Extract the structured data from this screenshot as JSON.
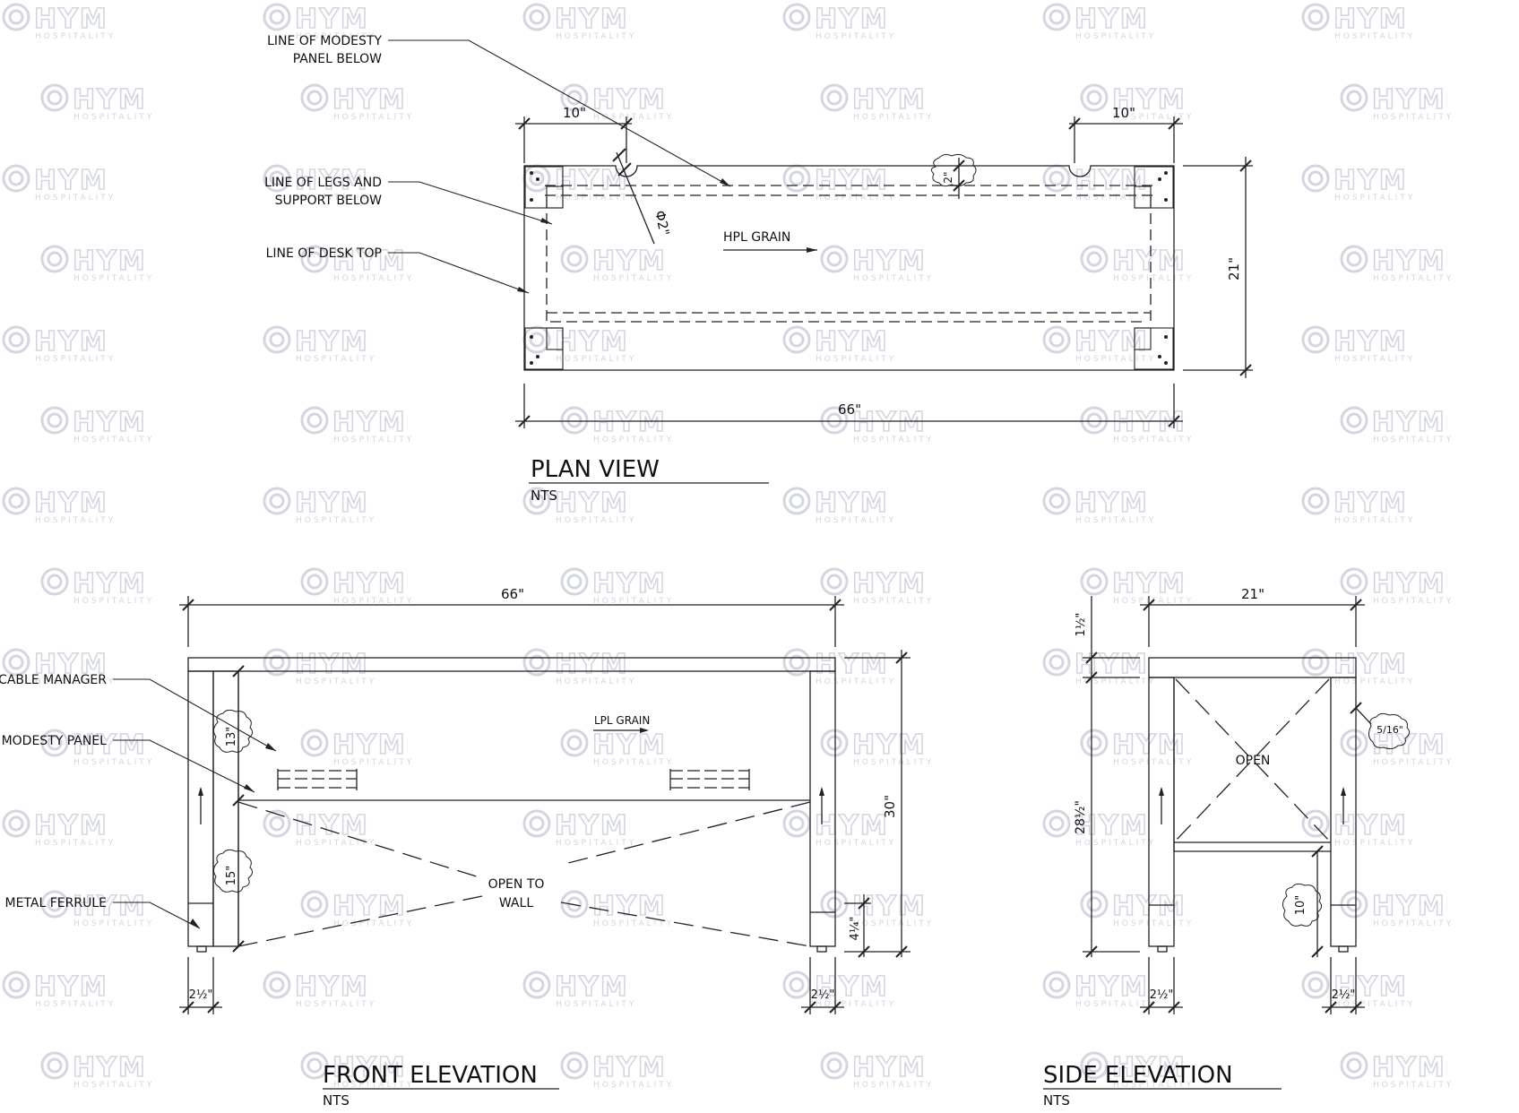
{
  "watermark": {
    "brand": "HYM",
    "sub": "HOSPITALITY"
  },
  "plan": {
    "title": "PLAN VIEW",
    "scale": "NTS",
    "callouts": {
      "modesty_1": "LINE OF MODESTY",
      "modesty_2": "PANEL BELOW",
      "legs_1": "LINE OF LEGS AND",
      "legs_2": "SUPPORT BELOW",
      "desktop": "LINE OF DESK TOP"
    },
    "grain": "HPL GRAIN",
    "dims": {
      "left_offset": "10\"",
      "right_offset": "10\"",
      "width": "66\"",
      "depth": "21\"",
      "grommet": "Φ2\"",
      "setback": "2\""
    }
  },
  "front": {
    "title": "FRONT ELEVATION",
    "scale": "NTS",
    "callouts": {
      "cable": "CABLE MANAGER",
      "modesty": "MODESTY PANEL",
      "ferrule": "METAL FERRULE"
    },
    "grain": "LPL GRAIN",
    "open_1": "OPEN TO",
    "open_2": "WALL",
    "dims": {
      "width": "66\"",
      "height": "30\"",
      "panel_drop": "13\"",
      "panel_height": "15\"",
      "ferrule": "4¼\"",
      "leg_left": "2½\"",
      "leg_right": "2½\""
    }
  },
  "side": {
    "title": "SIDE ELEVATION",
    "scale": "NTS",
    "open": "OPEN",
    "dims": {
      "width": "21\"",
      "top": "1½\"",
      "leg_height": "28½\"",
      "panel_thk": "5/16\"",
      "stretcher": "10\"",
      "leg_left": "2½\"",
      "leg_right": "2½\""
    }
  }
}
